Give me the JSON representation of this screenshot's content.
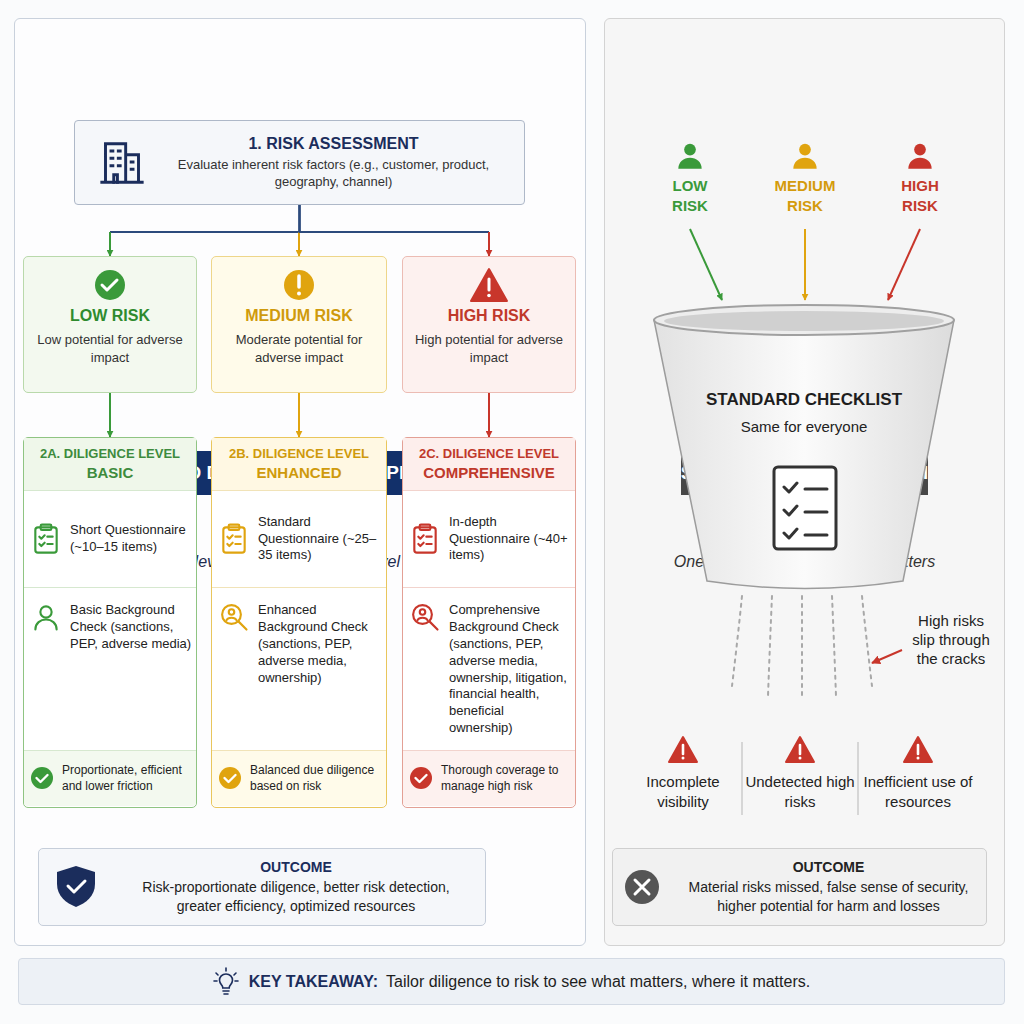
{
  "diagram": {
    "nodes": [
      {
        "text": [
          "TIERED DUE DILIGENCE APPROACH",
          "Right level of diligence for the level of risk"
        ]
      },
      {
        "text": [
          "1. RISK ASSESSMENT",
          "Evaluate inherent risk factors (e.g., customer, product, geography, channel)"
        ],
        "in": 0
      },
      {
        "text": [
          "LOW RISK",
          "Low potential for adverse impact"
        ],
        "in": 0
      },
      {
        "text": [
          "MEDIUM RISK",
          "Moderate potential for adverse impact"
        ],
        "in": 0
      },
      {
        "text": [
          "HIGH RISK",
          "High potential for adverse impact"
        ],
        "in": 0
      },
      {
        "text": [
          "2A. DILIGENCE LEVEL",
          "BASIC"
        ],
        "in": 0
      },
      {
        "text": [
          "Short Questionnaire (~10–15 items)"
        ],
        "in": 5
      },
      {
        "text": [
          "Basic Background Check (sanctions, PEP, adverse media)"
        ],
        "in": 5
      },
      {
        "text": [
          "Proportionate, efficient and lower friction"
        ],
        "in": 5
      },
      {
        "text": [
          "2B. DILIGENCE LEVEL",
          "ENHANCED"
        ],
        "in": 0
      },
      {
        "text": [
          "Standard Questionnaire (~25–35 items)"
        ],
        "in": 9
      },
      {
        "text": [
          "Enhanced Background Check (sanctions, PEP, adverse media, ownership)"
        ],
        "in": 9
      },
      {
        "text": [
          "Balanced due diligence based on risk"
        ],
        "in": 9
      },
      {
        "text": [
          "2C. DILIGENCE LEVEL",
          "COMPREHENSIVE"
        ],
        "in": 0
      },
      {
        "text": [
          "In-depth Questionnaire (~40+ items)"
        ],
        "in": 13
      },
      {
        "text": [
          "Comprehensive Background Check (sanctions, PEP, adverse media, ownership, litigation, financial health, beneficial ownership)"
        ],
        "in": 13
      },
      {
        "text": [
          "Thorough coverage to manage high risk"
        ],
        "in": 13
      },
      {
        "text": [
          "OUTCOME",
          "Risk-proportionate diligence, better risk detection, greater efficiency, optimized resources"
        ],
        "in": 0
      },
      {
        "text": [
          "SINGLE, RIGID APPROACH",
          "One-size-fits-all misses what matters"
        ]
      },
      {
        "text": [
          "LOW RISK"
        ],
        "in": 18
      },
      {
        "text": [
          "MEDIUM RISK"
        ],
        "in": 18
      },
      {
        "text": [
          "HIGH RISK"
        ],
        "in": 18
      },
      {
        "text": [
          "STANDARD CHECKLIST",
          "Same for everyone"
        ],
        "in": 18
      },
      {
        "text": [
          "OUTCOME",
          "Material risks missed, false sense of security, higher potential for harm and losses"
        ],
        "in": 18
      },
      {
        "text": [
          "KEY TAKEAWAY:",
          "Tailor diligence to risk to see what matters, where it matters."
        ]
      }
    ],
    "edges": [
      {
        "from": 1,
        "to": 2,
        "arrow": "to"
      },
      {
        "from": 1,
        "to": 3,
        "arrow": "to"
      },
      {
        "from": 1,
        "to": 4,
        "arrow": "to"
      },
      {
        "from": 2,
        "to": 5,
        "arrow": "to"
      },
      {
        "from": 3,
        "to": 9,
        "arrow": "to"
      },
      {
        "from": 4,
        "to": 13,
        "arrow": "to"
      },
      {
        "from": 19,
        "to": 22,
        "arrow": "to"
      },
      {
        "from": 20,
        "to": 22,
        "arrow": "to"
      },
      {
        "from": 21,
        "to": 22,
        "arrow": "to"
      }
    ],
    "labels": [
      "High risks slip through the cracks",
      "Incomplete visibility",
      "Undetected high risks",
      "Inefficient use of resources"
    ]
  }
}
